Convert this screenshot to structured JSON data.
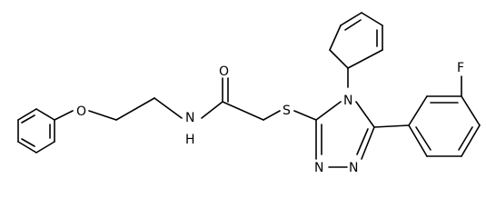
{
  "molecule": {
    "atom_labels": {
      "oxygen_ether": "O",
      "nitrogen_amide": "N",
      "hydrogen_amide": "H",
      "oxygen_carbonyl": "O",
      "sulfur": "S",
      "nitrogen_triazole_4": "N",
      "nitrogen_triazole_1": "N",
      "nitrogen_triazole_2": "N",
      "fluorine": "F"
    }
  }
}
